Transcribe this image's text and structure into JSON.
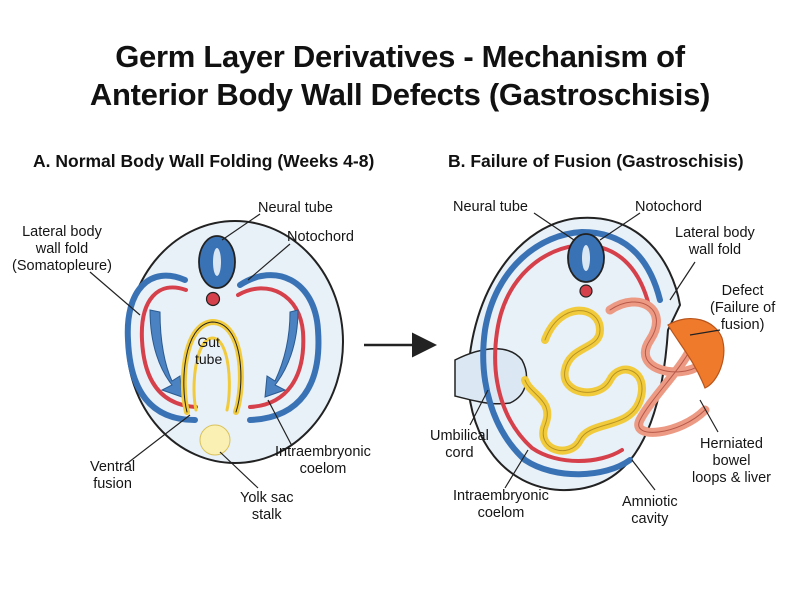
{
  "title": {
    "line1": "Germ Layer Derivatives - Mechanism of",
    "line2": "Anterior Body Wall Defects (Gastroschisis)"
  },
  "panel_a": {
    "title": "A. Normal Body Wall Folding (Weeks 4-8)",
    "labels": {
      "neural_tube": "Neural tube",
      "notochord": "Notochord",
      "lateral_fold": [
        "Lateral body",
        "wall fold",
        "(Somatopleure)"
      ],
      "gut_tube": [
        "Gut",
        "tube"
      ],
      "ventral_fusion": [
        "Ventral",
        "fusion"
      ],
      "coelom": [
        "Intraembryonic",
        "coelom"
      ],
      "yolk_sac": [
        "Yolk sac",
        "stalk"
      ]
    }
  },
  "panel_b": {
    "title": "B. Failure of Fusion (Gastroschisis)",
    "labels": {
      "neural_tube": "Neural tube",
      "notochord": "Notochord",
      "lateral_fold": [
        "Lateral body",
        "wall fold"
      ],
      "defect": [
        "Defect",
        "(Failure of",
        "fusion)"
      ],
      "umbilical_cord": [
        "Umbilical",
        "cord"
      ],
      "herniated": [
        "Herniated",
        "bowel",
        "loops & liver"
      ],
      "coelom": [
        "Intraembryonic",
        "coelom"
      ],
      "amniotic": [
        "Amniotic",
        "cavity"
      ]
    }
  },
  "colors": {
    "ectoderm_blue": "#3a73b5",
    "mesoderm_red": "#d6404a",
    "endoderm_yellow": "#f1cb3c",
    "bowel_salmon": "#ec9a83",
    "liver_orange": "#f07a2c",
    "cavity_fill": "#e8f0f8"
  }
}
